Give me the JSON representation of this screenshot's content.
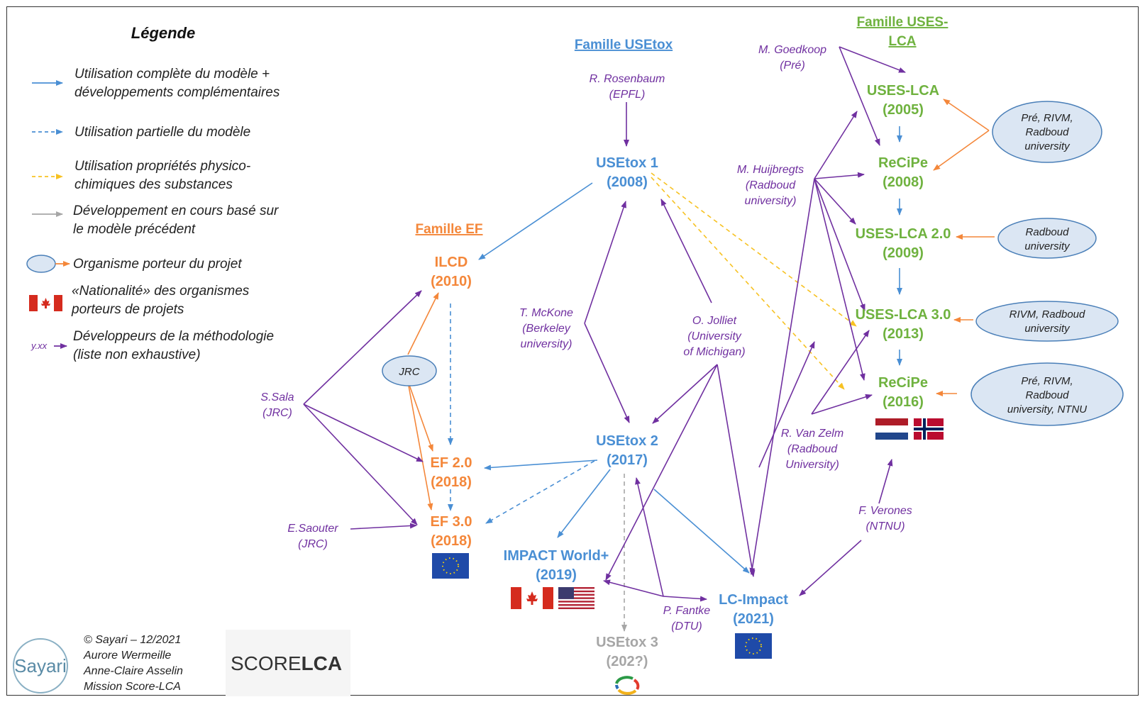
{
  "colors": {
    "blue": "#4a8fd4",
    "orange": "#f4873a",
    "green": "#6fb23f",
    "purple": "#7030a0",
    "gray": "#a6a6a6",
    "yellow": "#f7c223",
    "ellipse_fill": "#dbe6f3",
    "ellipse_stroke": "#4a7fb8"
  },
  "legend": {
    "title": "Légende",
    "items": [
      {
        "type": "solid-blue",
        "text": [
          "Utilisation complète du modèle +",
          "développements complémentaires"
        ]
      },
      {
        "type": "dashed-blue",
        "text": [
          "Utilisation partielle du modèle"
        ]
      },
      {
        "type": "dashed-yellow",
        "text": [
          "Utilisation propriétés physico-",
          "chimiques des substances"
        ]
      },
      {
        "type": "solid-gray",
        "text": [
          "Développement en cours basé sur",
          "le modèle précédent"
        ]
      },
      {
        "type": "ellipse-orange",
        "text": [
          "Organisme porteur du projet"
        ]
      },
      {
        "type": "flag-canada",
        "text": [
          "«Nationalité» des organismes",
          "porteurs de projets"
        ]
      },
      {
        "type": "developer",
        "marker": "y.xx",
        "text": [
          "Développeurs de la méthodologie",
          "(liste non exhaustive)"
        ]
      }
    ]
  },
  "families": {
    "usetox": "Famille USEtox",
    "ef": "Famille EF",
    "uses": [
      "Famille USES-",
      "LCA"
    ]
  },
  "nodes": {
    "usetox1": {
      "name": "USEtox 1",
      "year": "(2008)"
    },
    "usetox2": {
      "name": "USEtox 2",
      "year": "(2017)"
    },
    "usetox3": {
      "name": "USEtox 3",
      "year": "(202?)"
    },
    "ilcd": {
      "name": "ILCD",
      "year": "(2010)"
    },
    "ef2": {
      "name": "EF 2.0",
      "year": "(2018)"
    },
    "ef3": {
      "name": "EF 3.0",
      "year": "(2018)"
    },
    "impact": {
      "name": "IMPACT World+",
      "year": "(2019)"
    },
    "lcimpact": {
      "name": "LC-Impact",
      "year": "(2021)"
    },
    "uses1": {
      "name": "USES-LCA",
      "year": "(2005)"
    },
    "recipe1": {
      "name": "ReCiPe",
      "year": "(2008)"
    },
    "uses2": {
      "name": "USES-LCA 2.0",
      "year": "(2009)"
    },
    "uses3": {
      "name": "USES-LCA 3.0",
      "year": "(2013)"
    },
    "recipe2": {
      "name": "ReCiPe",
      "year": "(2016)"
    }
  },
  "people": {
    "rosenbaum": [
      "R. Rosenbaum",
      "(EPFL)"
    ],
    "goedkoop": [
      "M. Goedkoop",
      "(Pré)"
    ],
    "huijbregts": [
      "M. Huijbregts",
      "(Radboud",
      "university)"
    ],
    "mckone": [
      "T. McKone",
      "(Berkeley",
      "university)"
    ],
    "jolliet": [
      "O. Jolliet",
      "(University",
      "of Michigan)"
    ],
    "sala": [
      "S.Sala",
      "(JRC)"
    ],
    "saouter": [
      "E.Saouter",
      "(JRC)"
    ],
    "vanzelm": [
      "R. Van Zelm",
      "(Radboud",
      "University)"
    ],
    "verones": [
      "F. Verones",
      "(NTNU)"
    ],
    "fantke": [
      "P. Fantke",
      "(DTU)"
    ]
  },
  "orgs": {
    "jrc": [
      "JRC"
    ],
    "o1": [
      "Pré, RIVM,",
      "Radboud",
      "university"
    ],
    "o2": [
      "Radboud",
      "university"
    ],
    "o3": [
      "RIVM, Radboud",
      "university"
    ],
    "o4": [
      "Pré, RIVM,",
      "Radboud",
      "university, NTNU"
    ]
  },
  "credits": {
    "lines": [
      "© Sayari – 12/2021",
      "Aurore Wermeille",
      "Anne-Claire Asselin",
      "Mission Score-LCA"
    ],
    "sayari_logo": "Sayari",
    "score_logo_a": "SCORE",
    "score_logo_b": "LCA"
  },
  "icons": [
    "flag-canada",
    "flag-usa",
    "flag-eu",
    "flag-netherlands",
    "flag-norway",
    "usetox-logo"
  ]
}
